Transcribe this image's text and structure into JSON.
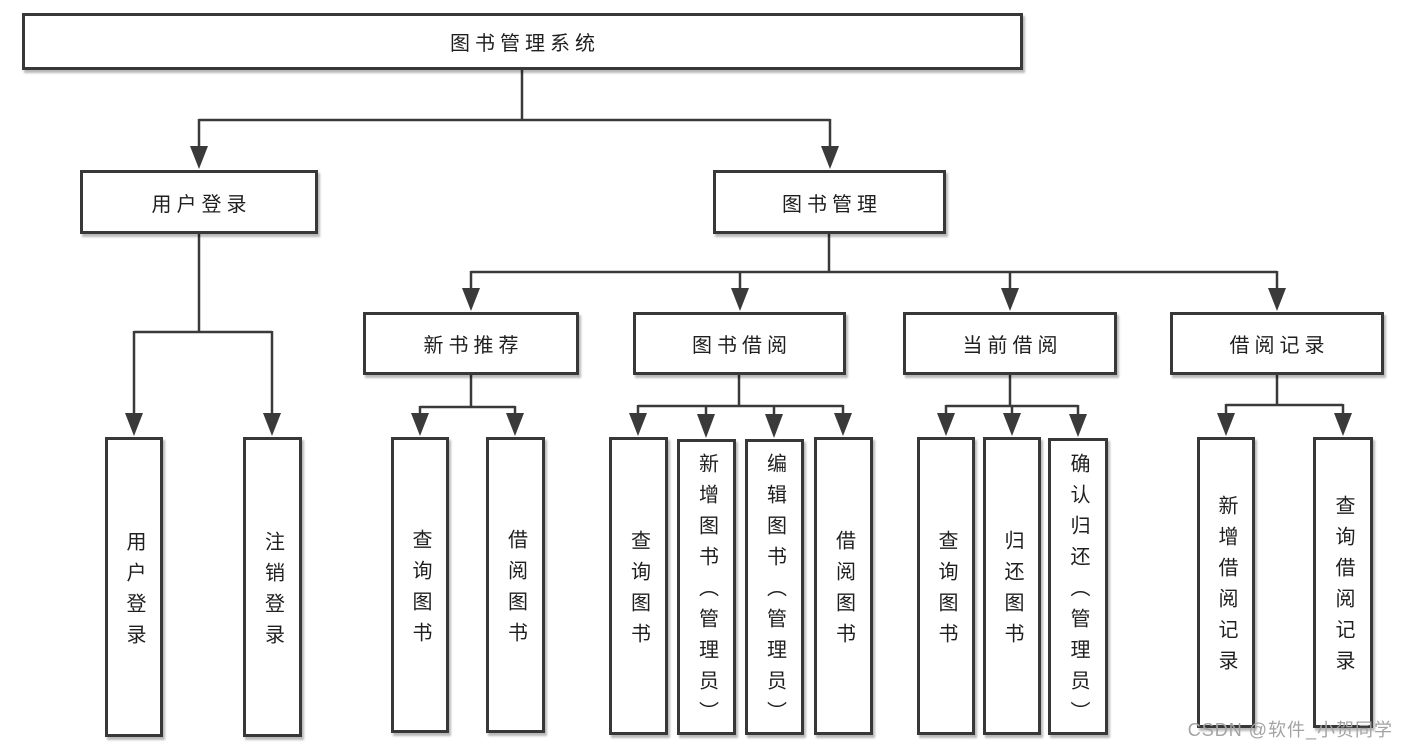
{
  "tree": {
    "label": "图书管理系统",
    "children": [
      {
        "label": "用户登录",
        "children": [
          {
            "label": "用户登录"
          },
          {
            "label": "注销登录"
          }
        ]
      },
      {
        "label": "图书管理",
        "children": [
          {
            "label": "新书推荐",
            "children": [
              {
                "label": "查询图书"
              },
              {
                "label": "借阅图书"
              }
            ]
          },
          {
            "label": "图书借阅",
            "children": [
              {
                "label": "查询图书"
              },
              {
                "label": "新增图书（管理员）"
              },
              {
                "label": "编辑图书（管理员）"
              },
              {
                "label": "借阅图书"
              }
            ]
          },
          {
            "label": "当前借阅",
            "children": [
              {
                "label": "查询图书"
              },
              {
                "label": "归还图书"
              },
              {
                "label": "确认归还（管理员）"
              }
            ]
          },
          {
            "label": "借阅记录",
            "children": [
              {
                "label": "新增借阅记录"
              },
              {
                "label": "查询借阅记录"
              }
            ]
          }
        ]
      }
    ]
  },
  "watermark": "CSDN @软件_小贺同学",
  "colors": {
    "line": "#3a3a3a",
    "border": "#383838",
    "text": "#1f1f1f",
    "watermark": "#a3a3a3"
  }
}
